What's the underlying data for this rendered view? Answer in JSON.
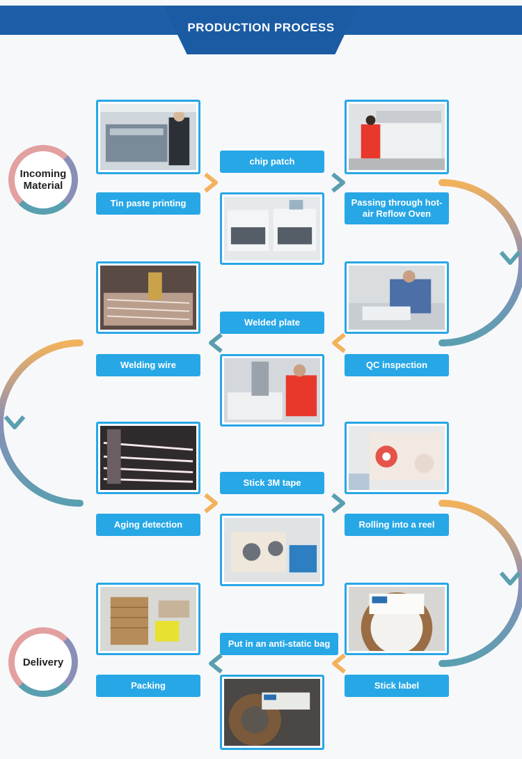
{
  "header": {
    "title": "PRODUCTION PROCESS"
  },
  "start": {
    "label": "Incoming Material"
  },
  "end": {
    "label": "Delivery"
  },
  "steps": {
    "tin_paste": "Tin paste printing",
    "chip_patch": "chip patch",
    "reflow": "Passing through hot-air Reflow Oven",
    "welded_plate": "Welded plate",
    "welding_wire": "Welding wire",
    "qc": "QC inspection",
    "stick_3m": "Stick 3M tape",
    "aging": "Aging detection",
    "rolling": "Rolling into a reel",
    "anti_static": "Put in an anti-static bag",
    "packing": "Packing",
    "stick_label": "Stick label"
  },
  "colors": {
    "brand": "#1c5fa8",
    "accent": "#27a7e6",
    "flow_warm": "#f2b25c",
    "flow_cool": "#5a9fb0"
  }
}
